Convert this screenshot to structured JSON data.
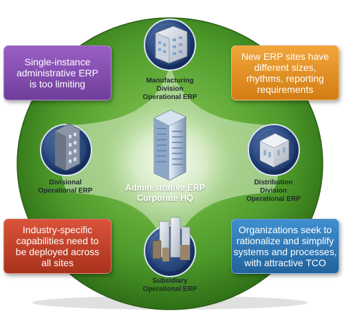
{
  "diagram": {
    "center": {
      "line1": "Administrative ERP",
      "line2": "Corporate HQ",
      "icon": "office-tower-icon"
    },
    "nodes": {
      "top": {
        "lines": [
          "Manufacturing",
          "Division",
          "Operational ERP"
        ],
        "icon": "factory-building-icon"
      },
      "left": {
        "lines": [
          "Divisional",
          "Operational ERP"
        ],
        "icon": "office-building-icon"
      },
      "right": {
        "lines": [
          "Distribution",
          "Division",
          "Operational ERP"
        ],
        "icon": "warehouse-building-icon"
      },
      "bottom": {
        "lines": [
          "Subsidiary",
          "Operational ERP"
        ],
        "icon": "city-buildings-icon"
      }
    },
    "callouts": {
      "top_left": {
        "lines": [
          "Single-instance",
          "administrative ERP",
          "is too limiting"
        ],
        "color": "#7e4aad"
      },
      "top_right": {
        "lines": [
          "New ERP sites have",
          "different sizes,",
          "rhythms, reporting",
          "requirements"
        ],
        "color": "#e48f22"
      },
      "bottom_left": {
        "lines": [
          "Industry-specific",
          "capabilities need to",
          "be deployed across",
          "all sites"
        ],
        "color": "#c0412a"
      },
      "bottom_right": {
        "lines": [
          "Organizations seek to",
          "rationalize and simplify",
          "systems and processes,",
          "with attractive TCO"
        ],
        "color": "#2f78b8"
      }
    },
    "colors": {
      "disc_green": "#4f9a2c",
      "disc_light": "#cfe8b8",
      "node_ring": "#1e3f7a"
    }
  }
}
